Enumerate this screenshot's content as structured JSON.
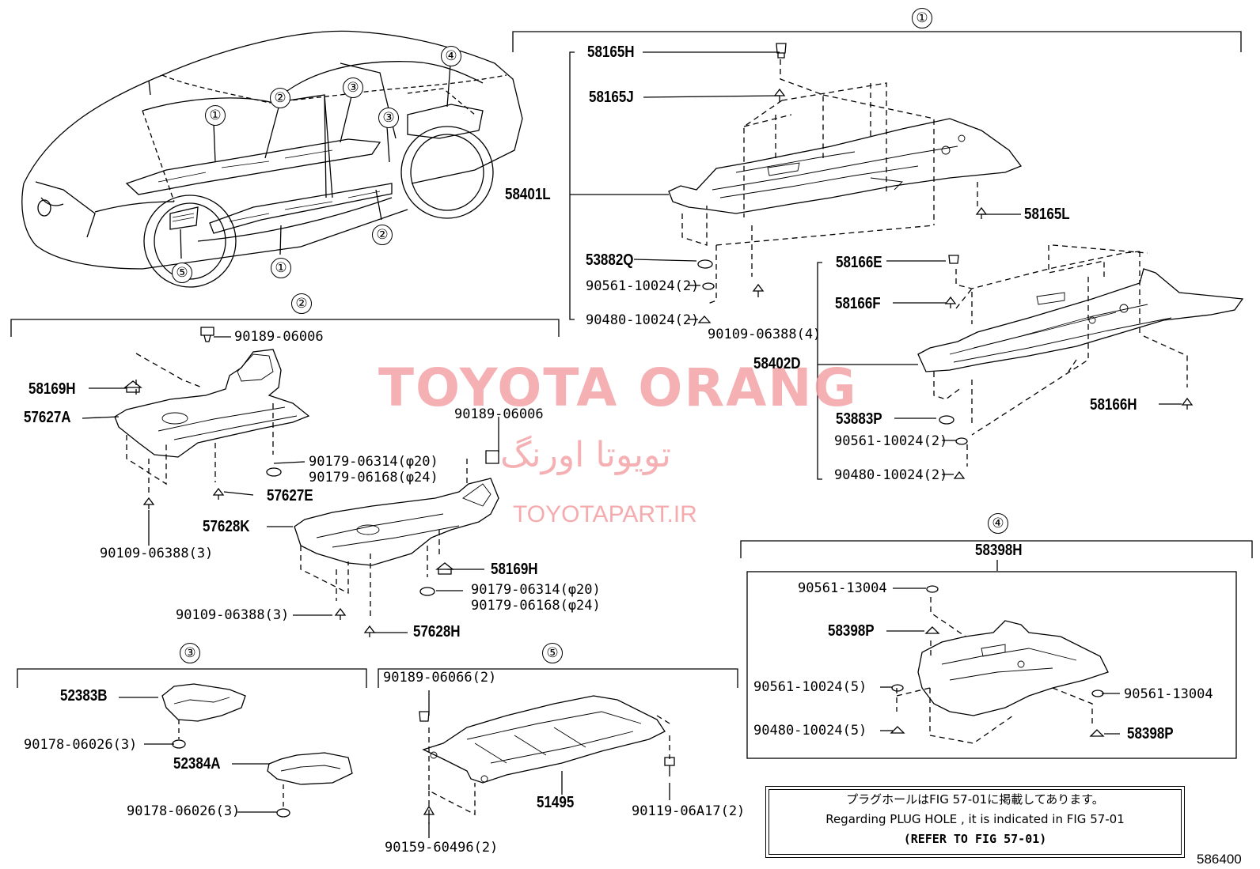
{
  "watermark": {
    "title": "TOYOTA ORANG",
    "persian": "تویوتا اورنگ",
    "url": "TOYOTAPART.IR"
  },
  "diagram_id": "586400",
  "car_callouts": [
    "①",
    "②",
    "③",
    "③",
    "④",
    "②",
    "①",
    "⑤"
  ],
  "group1": {
    "marker": "①",
    "labels": {
      "p58165H": "58165H",
      "p58165J": "58165J",
      "p58401L": "58401L",
      "p58165L": "58165L",
      "p53882Q": "53882Q",
      "p90561a": "90561-10024(2)",
      "p90480a": "90480-10024(2)",
      "p90109a": "90109-06388(4)",
      "p58166E": "58166E",
      "p58166F": "58166F",
      "p58402D": "58402D",
      "p58166H": "58166H",
      "p53883P": "53883P",
      "p90561b": "90561-10024(2)",
      "p90480b": "90480-10024(2)"
    }
  },
  "group2": {
    "marker": "②",
    "labels": {
      "p90189a": "90189-06006",
      "p58169Ha": "58169H",
      "p57627A": "57627A",
      "p90179a1": "90179-06314(φ20)",
      "p90179a2": "90179-06168(φ24)",
      "p57627E": "57627E",
      "p90109b": "90109-06388(3)",
      "p90189b": "90189-06006",
      "p57628K": "57628K",
      "p58169Hb": "58169H",
      "p90179b1": "90179-06314(φ20)",
      "p90179b2": "90179-06168(φ24)",
      "p90109c": "90109-06388(3)",
      "p57628H": "57628H"
    }
  },
  "group3": {
    "marker": "③",
    "labels": {
      "p52383B": "52383B",
      "p90178a": "90178-06026(3)",
      "p52384A": "52384A",
      "p90178b": "90178-06026(3)"
    }
  },
  "group4": {
    "marker": "④",
    "labels": {
      "p58398H": "58398H",
      "p90561c": "90561-13004",
      "p58398Pa": "58398P",
      "p90561d": "90561-10024(5)",
      "p90480c": "90480-10024(5)",
      "p90561e": "90561-13004",
      "p58398Pb": "58398P"
    }
  },
  "group5": {
    "marker": "⑤",
    "labels": {
      "p90189c": "90189-06066(2)",
      "p51495": "51495",
      "p90119": "90119-06A17(2)",
      "p90159": "90159-60496(2)"
    }
  },
  "note": {
    "line1": "プラグホールはFIG 57-01に掲載してあります。",
    "line2": "Regarding  PLUG  HOLE , it is indicated in FIG  57-01",
    "line3": "(REFER TO FIG 57-01)"
  }
}
